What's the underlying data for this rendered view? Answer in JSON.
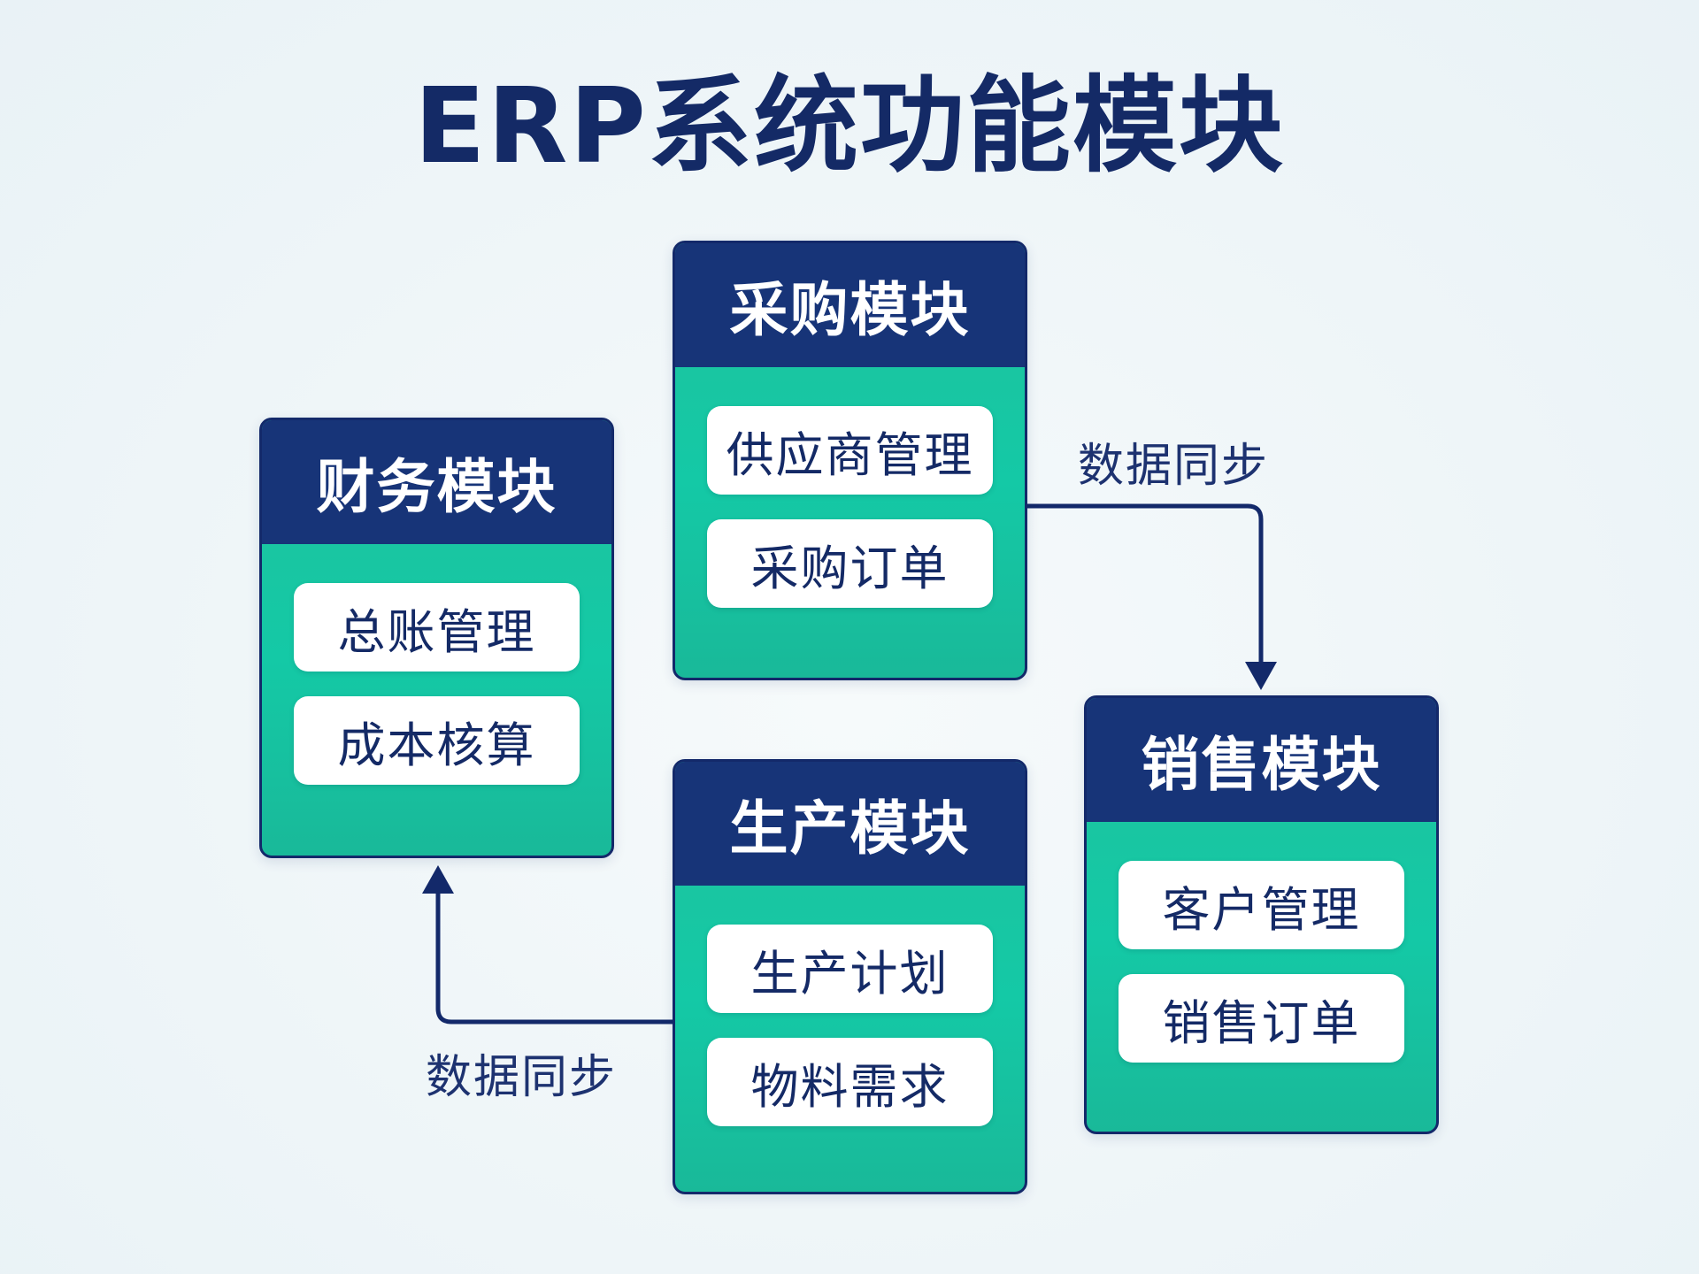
{
  "title": "ERP系统功能模块",
  "colors": {
    "header": "#173478",
    "body": "#14c9a6",
    "item_bg": "#ffffff",
    "text_dark": "#142a66",
    "connector": "#13296a"
  },
  "modules": {
    "purchase": {
      "title": "采购模块",
      "items": [
        "供应商管理",
        "采购订单"
      ]
    },
    "finance": {
      "title": "财务模块",
      "items": [
        "总账管理",
        "成本核算"
      ]
    },
    "sales": {
      "title": "销售模块",
      "items": [
        "客户管理",
        "销售订单"
      ]
    },
    "production": {
      "title": "生产模块",
      "items": [
        "生产计划",
        "物料需求"
      ]
    }
  },
  "connections": [
    {
      "from": "采购模块",
      "to": "销售模块",
      "label": "数据同步"
    },
    {
      "from": "生产模块",
      "to": "财务模块",
      "label": "数据同步"
    }
  ]
}
